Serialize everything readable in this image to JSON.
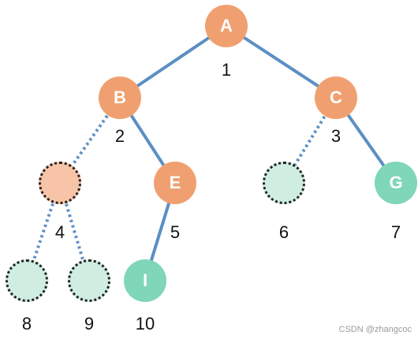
{
  "tree": {
    "nodes": {
      "A": {
        "label": "A",
        "index": "1"
      },
      "B": {
        "label": "B",
        "index": "2"
      },
      "C": {
        "label": "C",
        "index": "3"
      },
      "n4": {
        "label": "",
        "index": "4"
      },
      "E": {
        "label": "E",
        "index": "5"
      },
      "n6": {
        "label": "",
        "index": "6"
      },
      "G": {
        "label": "G",
        "index": "7"
      },
      "n8": {
        "label": "",
        "index": "8"
      },
      "n9": {
        "label": "",
        "index": "9"
      },
      "I": {
        "label": "I",
        "index": "10"
      }
    },
    "edges": [
      {
        "from": "A",
        "to": "B",
        "style": "solid"
      },
      {
        "from": "A",
        "to": "C",
        "style": "solid"
      },
      {
        "from": "B",
        "to": "n4",
        "style": "dotted"
      },
      {
        "from": "B",
        "to": "E",
        "style": "solid"
      },
      {
        "from": "C",
        "to": "n6",
        "style": "dotted"
      },
      {
        "from": "C",
        "to": "G",
        "style": "solid"
      },
      {
        "from": "n4",
        "to": "n8",
        "style": "dotted"
      },
      {
        "from": "n4",
        "to": "n9",
        "style": "dotted"
      },
      {
        "from": "E",
        "to": "I",
        "style": "solid"
      }
    ]
  },
  "watermark": "CSDN @zhangcoc",
  "colors": {
    "edge": "#5b8fc4",
    "orange": "#f0a070",
    "green": "#7fd6b8"
  }
}
